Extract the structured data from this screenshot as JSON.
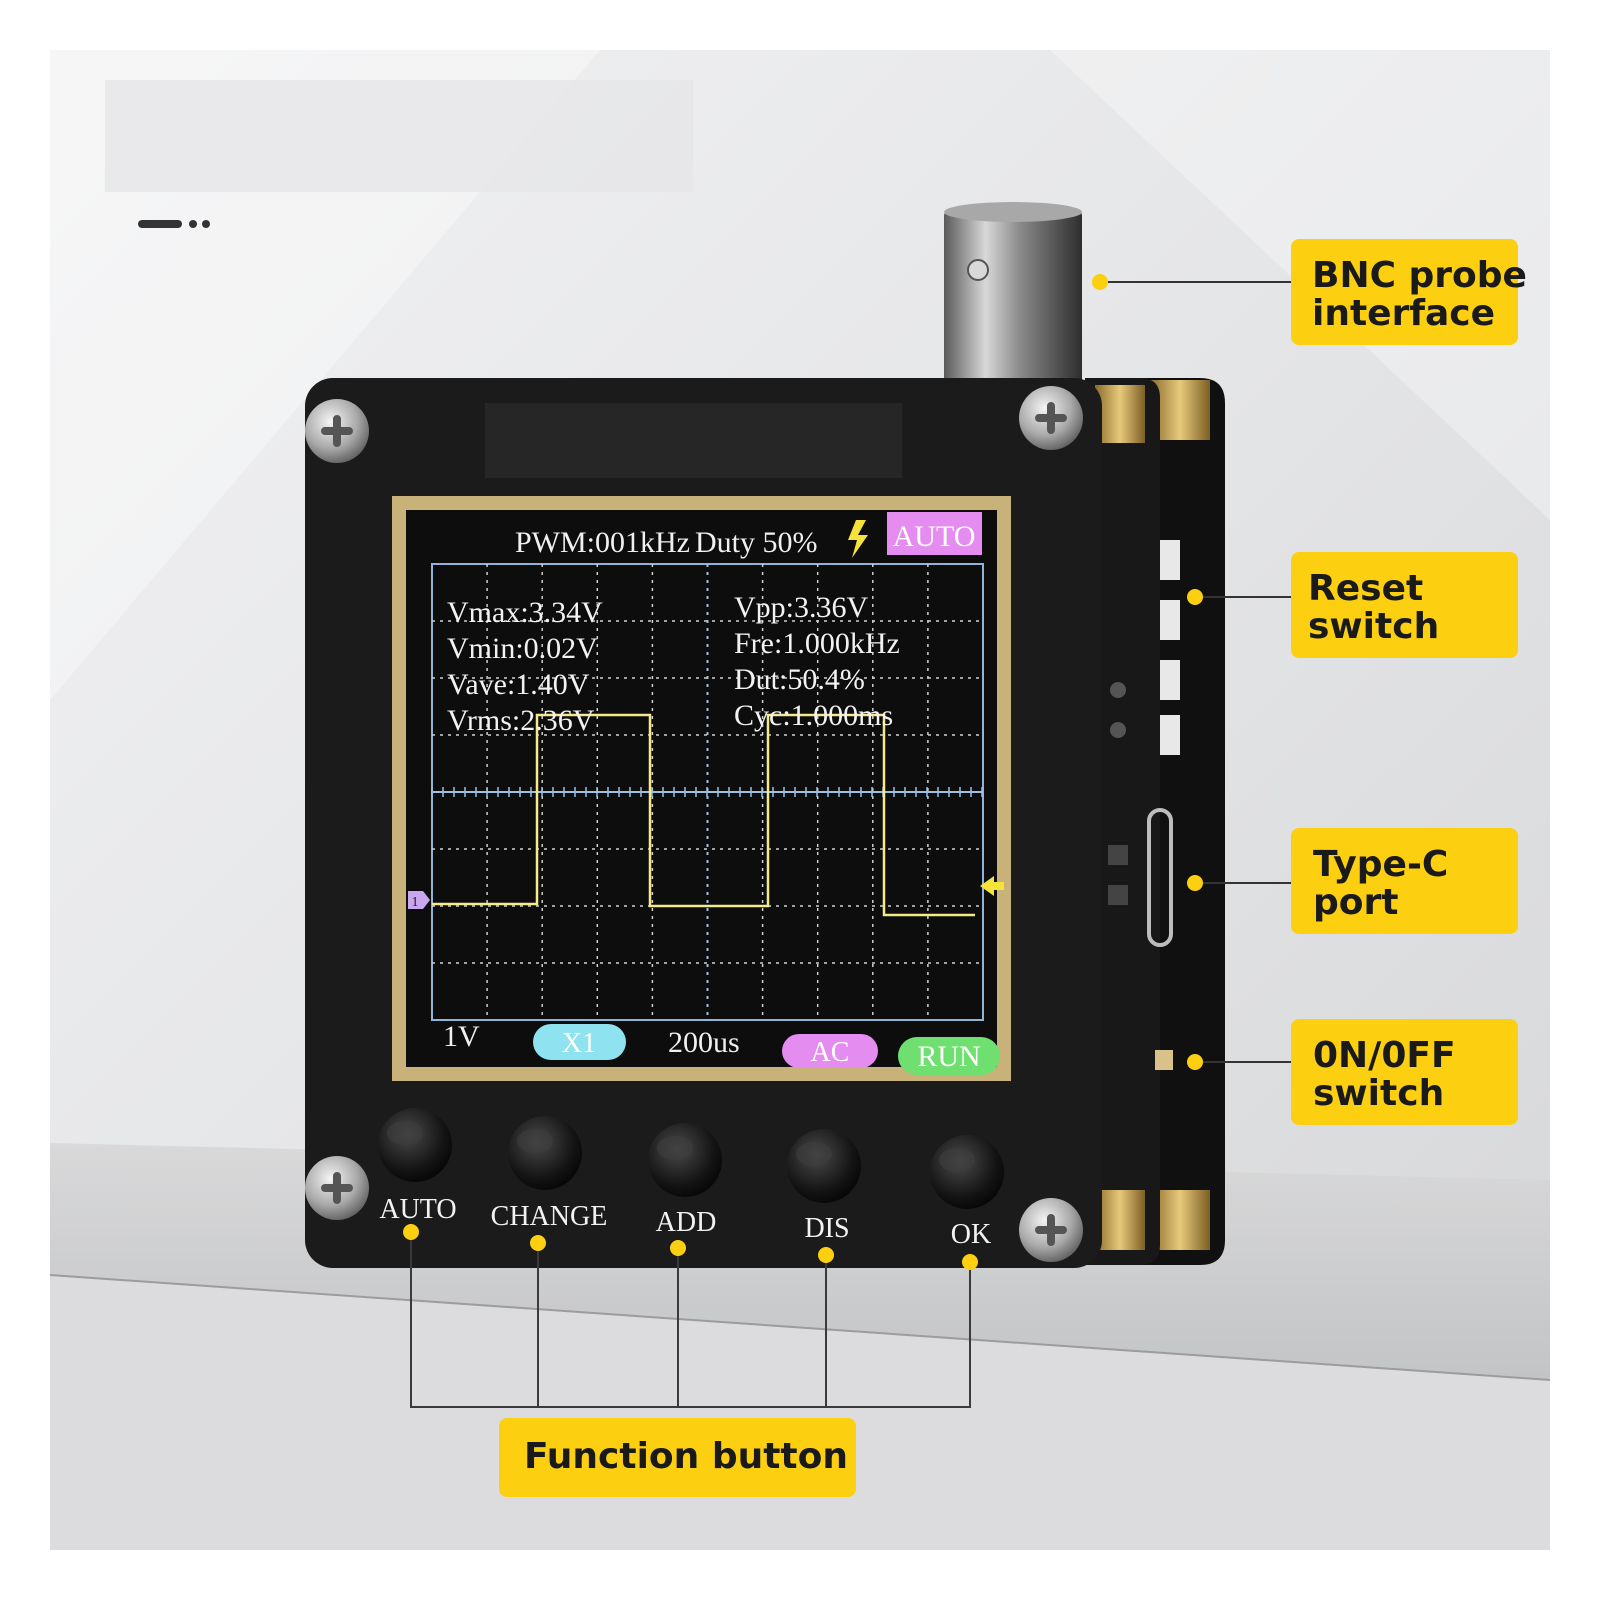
{
  "screen": {
    "header": {
      "pwm": "PWM:001kHz",
      "duty": "Duty 50%",
      "mode_badge": "AUTO"
    },
    "measurements_left": [
      "Vmax:3.34V",
      "Vmin:0.02V",
      "Vave:1.40V",
      "Vrms:2.36V"
    ],
    "measurements_right": [
      "Vpp:3.36V",
      "Fre:1.000kHz",
      "Dut:50.4%",
      "Cyc:1.000ms"
    ],
    "channel_marker": "1",
    "footer": {
      "volts": "1V",
      "probe": "X1",
      "timebase": "200us",
      "coupling": "AC",
      "state": "RUN"
    }
  },
  "buttons": [
    "AUTO",
    "CHANGE",
    "ADD",
    "DIS",
    "OK"
  ],
  "callouts": {
    "bnc": [
      "BNC probe",
      "interface"
    ],
    "reset": [
      "Reset",
      "switch"
    ],
    "typec": [
      "Type-C",
      "port"
    ],
    "power": [
      "0N/0FF",
      "switch"
    ],
    "function": "Function button"
  },
  "colors": {
    "callout_bg": "#fcd010",
    "trace": "#f4ea8c",
    "auto_badge": "#e58cf0",
    "x1_badge": "#8fe3f0",
    "ac_badge": "#e58cf0",
    "run_badge": "#6fe06f",
    "screen_bg": "#0d0d0d",
    "device_body": "#1b1b1b",
    "bezel": "#c8b27a"
  }
}
